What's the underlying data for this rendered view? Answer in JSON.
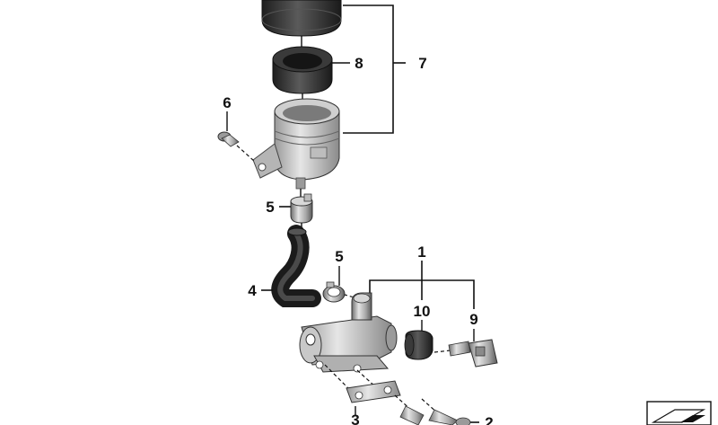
{
  "callouts": {
    "c1": "1",
    "c2": "2",
    "c3": "3",
    "c4": "4",
    "c5a": "5",
    "c5b": "5",
    "c6": "6",
    "c7": "7",
    "c8": "8",
    "c9": "9",
    "c10": "10"
  },
  "parts": [
    {
      "key": "reservoir-cap"
    },
    {
      "key": "cap-gasket"
    },
    {
      "key": "reservoir"
    },
    {
      "key": "screw"
    },
    {
      "key": "hose-clamp-upper"
    },
    {
      "key": "hose"
    },
    {
      "key": "hose-clamp-lower"
    },
    {
      "key": "master-cylinder"
    },
    {
      "key": "boot"
    },
    {
      "key": "push-rod"
    },
    {
      "key": "bracket"
    },
    {
      "key": "bolts"
    }
  ],
  "icons": {
    "corner": "diagram-thumbnail-icon"
  },
  "colors": {
    "line": "#111111",
    "part_dark": "#2f2f2f",
    "part_mid": "#8c8c8c",
    "part_light": "#d6d6d6"
  }
}
